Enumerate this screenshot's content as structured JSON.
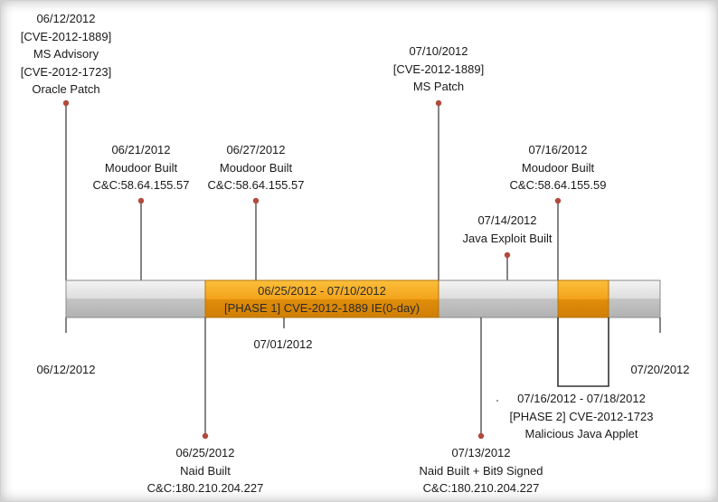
{
  "colors": {
    "accent": "#f5a81c",
    "marker": "#b14a3c",
    "bar_light": "#eeeeee",
    "bar_dark": "#bcbcbc"
  },
  "events": [
    {
      "id": "ms-advisory",
      "lines": [
        "06/12/2012",
        "[CVE-2012-1889]",
        "MS Advisory",
        "[CVE-2012-1723]",
        "Oracle Patch"
      ]
    },
    {
      "id": "moudoor-0621",
      "lines": [
        "06/21/2012",
        "Moudoor Built",
        "C&C:58.64.155.57"
      ]
    },
    {
      "id": "moudoor-0627",
      "lines": [
        "06/27/2012",
        "Moudoor Built",
        "C&C:58.64.155.57"
      ]
    },
    {
      "id": "ms-patch",
      "lines": [
        "07/10/2012",
        "[CVE-2012-1889]",
        "MS Patch"
      ]
    },
    {
      "id": "java-exploit",
      "lines": [
        "07/14/2012",
        "Java Exploit Built"
      ]
    },
    {
      "id": "moudoor-0716",
      "lines": [
        "07/16/2012",
        "Moudoor Built",
        "C&C:58.64.155.59"
      ]
    },
    {
      "id": "naid-0625",
      "lines": [
        "06/25/2012",
        "Naid Built",
        "C&C:180.210.204.227"
      ]
    },
    {
      "id": "naid-0713",
      "lines": [
        "07/13/2012",
        "Naid Built + Bit9 Signed",
        "C&C:180.210.204.227"
      ]
    }
  ],
  "phases": [
    {
      "id": "phase-1",
      "lines": [
        "06/25/2012 - 07/10/2012",
        "[PHASE 1] CVE-2012-1889 IE(0-day)"
      ]
    },
    {
      "id": "phase-2",
      "lines": [
        "07/16/2012 - 07/18/2012",
        "[PHASE 2] CVE-2012-1723",
        "Malicious Java Applet"
      ]
    }
  ],
  "axis": {
    "start": "06/12/2012",
    "mid": "07/01/2012",
    "end": "07/20/2012"
  }
}
